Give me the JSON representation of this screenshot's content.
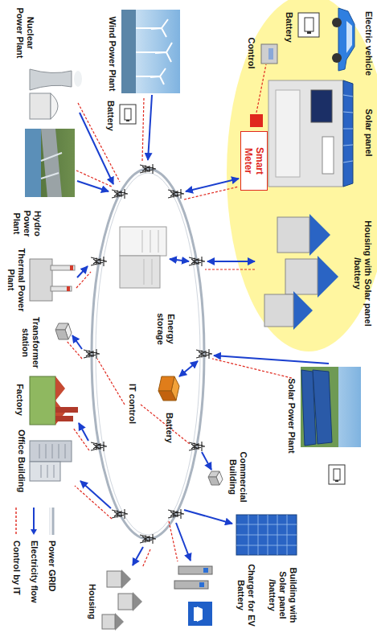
{
  "diagram": {
    "nodes": [
      {
        "text": [
          "Smart Meter"
        ]
      }
    ],
    "labels": [
      "Nuclear Power Plant",
      "Hydro Power Plant",
      "Thermal Power Plant",
      "Transformer station",
      "Factory",
      "Office Building",
      "Wind Power Plant",
      "Battery",
      "Energy storage",
      "Battery",
      "IT control",
      "Solar Power Plant",
      "Commercial Building",
      "Building with Solar panel /battery",
      "Charger for EV Battery",
      "Housing",
      "Housing with Solar panel /battery",
      "Control",
      "Battery",
      "Solar panel",
      "Electric vehicle"
    ],
    "legend": [
      {
        "text": "Power GRID"
      },
      {
        "text": "Electricity flow"
      },
      {
        "text": "Control by IT"
      }
    ]
  }
}
